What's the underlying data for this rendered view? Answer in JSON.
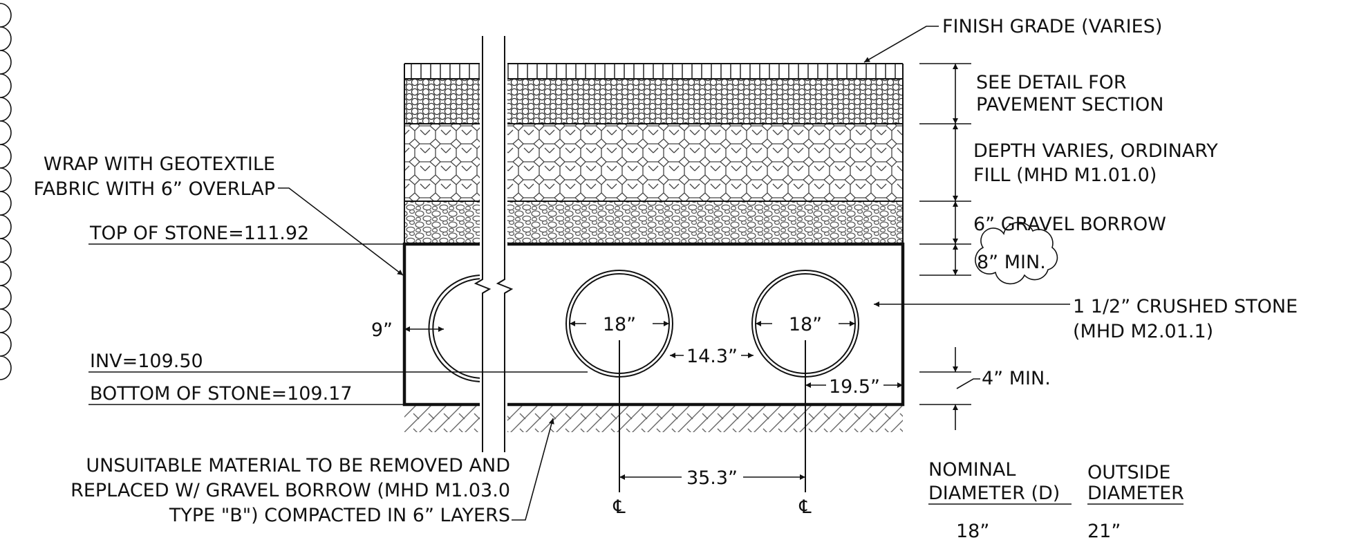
{
  "labels": {
    "finish_grade": "FINISH GRADE (VARIES)",
    "pavement_1": "SEE DETAIL FOR",
    "pavement_2": "PAVEMENT SECTION",
    "fill_1": "DEPTH VARIES, ORDINARY",
    "fill_2": "FILL (MHD M1.01.0)",
    "gravel": "6” GRAVEL BORROW",
    "min8": "8” MIN.",
    "crushed_1": "1 1/2” CRUSHED STONE",
    "crushed_2": "(MHD M2.01.1)",
    "min4": "4” MIN.",
    "wrap_1": "WRAP WITH GEOTEXTILE",
    "wrap_2": "FABRIC WITH 6” OVERLAP",
    "top_stone": "TOP OF STONE=111.92",
    "inv": "INV=109.50",
    "bottom_stone": "BOTTOM OF STONE=109.17",
    "unsuitable_1": "UNSUITABLE MATERIAL TO BE REMOVED AND",
    "unsuitable_2": "REPLACED W/ GRAVEL BORROW (MHD M1.03.0",
    "unsuitable_3": "TYPE \"B\") COMPACTED IN 6” LAYERS",
    "cl_symbol": "℄"
  },
  "dimensions": {
    "side_clear": "9”",
    "pipe1_dia": "18”",
    "pipe2_dia": "18”",
    "pipe_gap": "14.3”",
    "edge_clear": "19.5”",
    "centers": "35.3”"
  },
  "table": {
    "col1_head_1": "NOMINAL",
    "col1_head_2": "DIAMETER (D)",
    "col2_head_1": "OUTSIDE",
    "col2_head_2": "DIAMETER",
    "row": {
      "nominal": "18”",
      "outside": "21”"
    }
  }
}
